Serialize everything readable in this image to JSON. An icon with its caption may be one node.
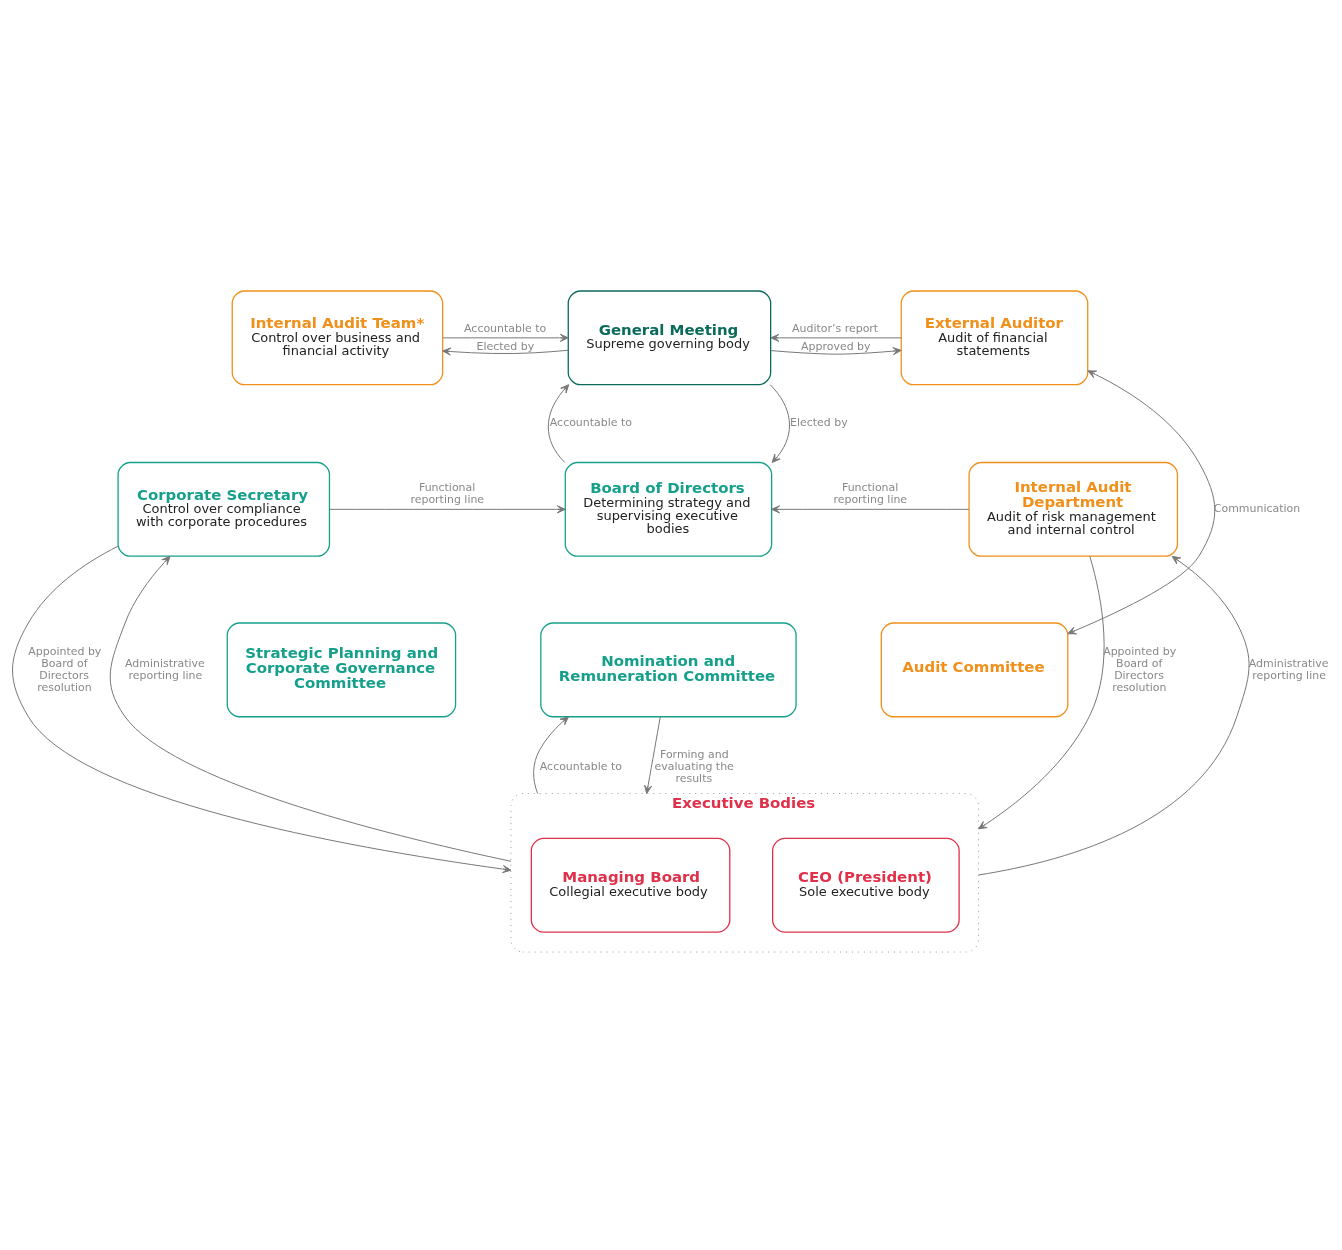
{
  "diagram": {
    "nodes": [
      {
        "text": [
          "Internal Audit Team*",
          "Control over business and financial activity"
        ]
      },
      {
        "text": [
          "General Meeting",
          "Supreme governing body"
        ]
      },
      {
        "text": [
          "External Auditor",
          "Audit of financial statements"
        ]
      },
      {
        "text": [
          "Corporate Secretary",
          "Control over compliance with corporate procedures"
        ]
      },
      {
        "text": [
          "Board of Directors",
          "Determining strategy and supervising executive bodies"
        ]
      },
      {
        "text": [
          "Internal Audit Department",
          "Audit of risk management and internal control"
        ]
      },
      {
        "text": [
          "Strategic Planning and Corporate Governance Committee"
        ]
      },
      {
        "text": [
          "Nomination and Remuneration Committee"
        ]
      },
      {
        "text": [
          "Audit Committee"
        ]
      },
      {
        "text": [
          "Executive Bodies"
        ]
      },
      {
        "text": [
          "Managing Board",
          "Collegial executive body"
        ],
        "in": 9
      },
      {
        "text": [
          "CEO (President)",
          "Sole executive body"
        ],
        "in": 9
      }
    ],
    "edges": [
      {
        "from": 0,
        "to": 1,
        "arrow": "to",
        "label": "Accountable to"
      },
      {
        "from": 1,
        "to": 0,
        "arrow": "to",
        "label": "Elected by"
      },
      {
        "from": 2,
        "to": 1,
        "arrow": "to",
        "label": "Auditor’s report"
      },
      {
        "from": 1,
        "to": 2,
        "arrow": "to",
        "label": "Approved by"
      },
      {
        "from": 8,
        "to": 2,
        "arrow": "both",
        "label": "Communication"
      },
      {
        "from": 4,
        "to": 1,
        "arrow": "to",
        "label": "Accountable to"
      },
      {
        "from": 1,
        "to": 4,
        "arrow": "to",
        "label": "Elected by"
      },
      {
        "from": 3,
        "to": 4,
        "arrow": "to",
        "label": "Functional reporting line"
      },
      {
        "from": 5,
        "to": 4,
        "arrow": "to",
        "label": "Functional reporting line"
      },
      {
        "from": 9,
        "to": 3,
        "arrow": "to",
        "label": "Administrative reporting line"
      },
      {
        "from": 3,
        "to": 9,
        "arrow": "to",
        "label": "Appointed by Board of Directors resolution"
      },
      {
        "from": 7,
        "to": 9,
        "arrow": "to",
        "label": "Forming and evaluating the results"
      },
      {
        "from": 9,
        "to": 7,
        "arrow": "to",
        "label": "Accountable to"
      },
      {
        "from": 9,
        "to": 5,
        "arrow": "to",
        "label": "Administrative reporting line"
      },
      {
        "from": 5,
        "to": 9,
        "arrow": "to",
        "label": "Appointed by Board of Directors resolution"
      }
    ]
  }
}
